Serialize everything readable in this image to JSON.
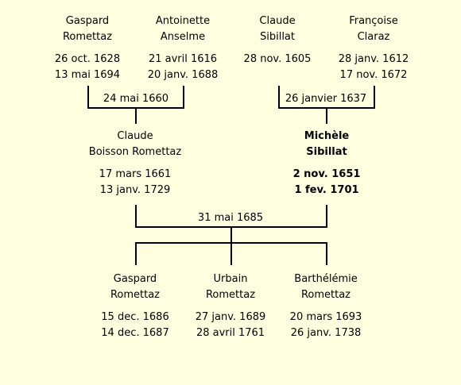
{
  "grandparents": [
    {
      "first": "Gaspard",
      "last": "Romettaz",
      "born": "26 oct. 1628",
      "died": "13 mai 1694"
    },
    {
      "first": "Antoinette",
      "last": "Anselme",
      "born": "21 avril 1616",
      "died": "20 janv. 1688"
    },
    {
      "first": "Claude",
      "last": "Sibillat",
      "born": "28 nov. 1605",
      "died": ""
    },
    {
      "first": "Françoise",
      "last": "Claraz",
      "born": "28 janv. 1612",
      "died": "17 nov. 1672"
    }
  ],
  "grandparent_marriages": [
    {
      "date": "24 mai 1660"
    },
    {
      "date": "26 janvier 1637"
    }
  ],
  "parents": [
    {
      "first": "Claude",
      "last": "Boisson Romettaz",
      "born": "17 mars 1661",
      "died": "13 janv. 1729"
    },
    {
      "first": "Michèle",
      "last": "Sibillat",
      "born": "2 nov. 1651",
      "died": "1 fev. 1701"
    }
  ],
  "parent_marriage": {
    "date": "31 mai 1685"
  },
  "children": [
    {
      "first": "Gaspard",
      "last": "Romettaz",
      "born": "15 dec. 1686",
      "died": "14 dec. 1687"
    },
    {
      "first": "Urbain",
      "last": "Romettaz",
      "born": "27 janv. 1689",
      "died": "28 avril 1761"
    },
    {
      "first": "Barthélémie",
      "last": "Romettaz",
      "born": "20 mars 1693",
      "died": "26 janv. 1738"
    }
  ]
}
